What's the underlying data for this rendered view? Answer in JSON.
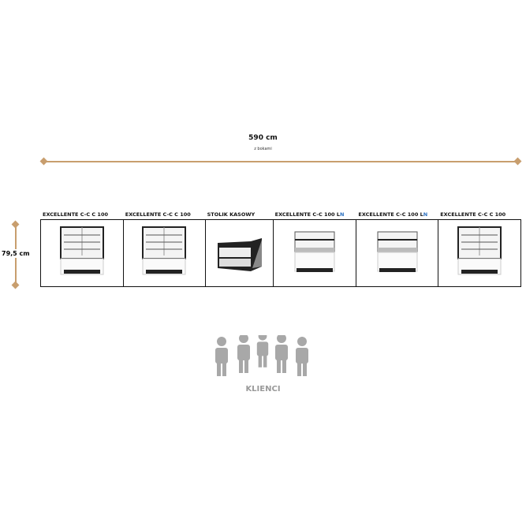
{
  "width_dimension": {
    "value": "590 cm",
    "note": "z bokami"
  },
  "height_dimension": {
    "value": "79,5 cm"
  },
  "units": [
    {
      "label": "EXCELLENTE C-C C 100",
      "suffix": "",
      "type": "tall-display"
    },
    {
      "label": "EXCELLENTE C-C C 100",
      "suffix": "",
      "type": "tall-display"
    },
    {
      "label": "STOLIK KASOWY",
      "suffix": "",
      "type": "cash-desk"
    },
    {
      "label": "EXCELLENTE C-C 100 L",
      "suffix": "N",
      "type": "low-display"
    },
    {
      "label": "EXCELLENTE C-C 100 L",
      "suffix": "N",
      "type": "low-display"
    },
    {
      "label": "EXCELLENTE C-C C 100",
      "suffix": "",
      "type": "tall-display"
    }
  ],
  "customers_label": "KLIENCI",
  "colors": {
    "dimension": "#c89e6e",
    "accent": "#2a6fc0",
    "people": "#a8a8a8"
  }
}
